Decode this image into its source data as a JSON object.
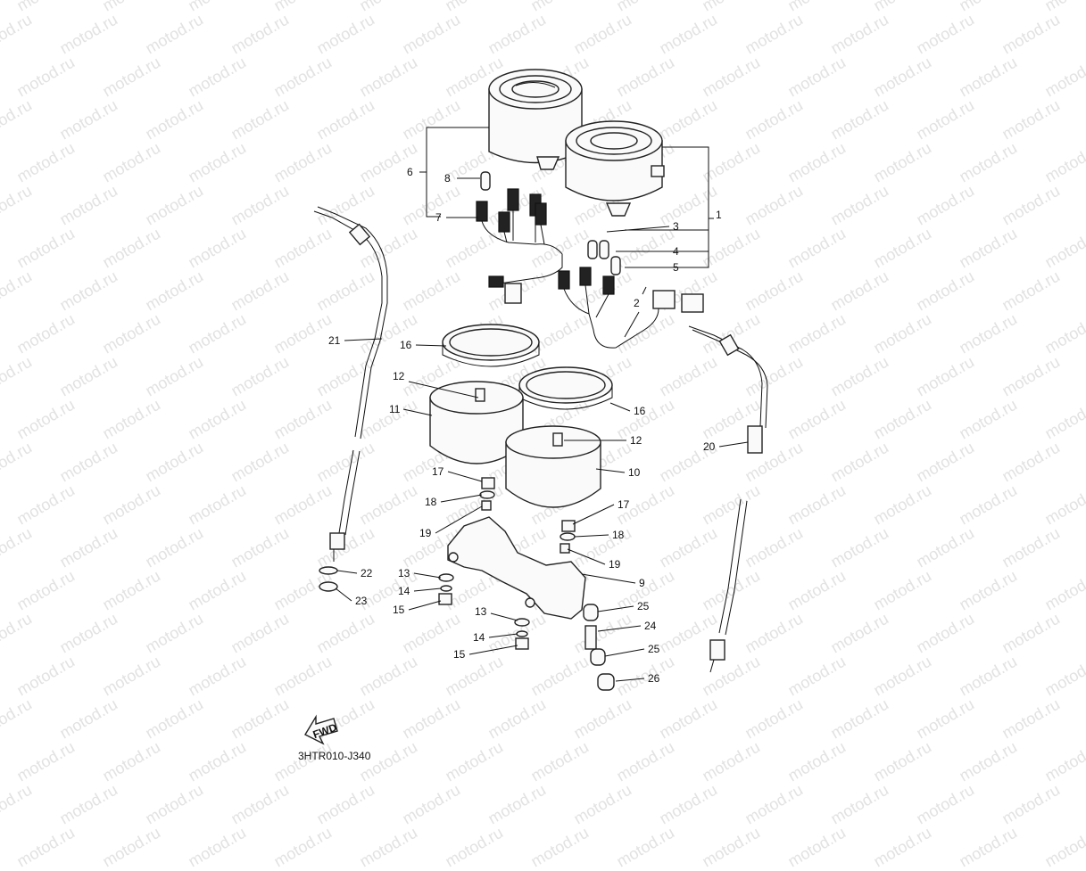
{
  "watermark": {
    "text": "motod.ru"
  },
  "diagram_code": "3HTR010-J340",
  "fwd_label": "FWD",
  "callouts": [
    "1",
    "2",
    "3",
    "4",
    "5",
    "6",
    "7",
    "8",
    "9",
    "10",
    "11",
    "12",
    "12",
    "13",
    "13",
    "14",
    "14",
    "15",
    "15",
    "16",
    "16",
    "17",
    "17",
    "18",
    "18",
    "19",
    "19",
    "20",
    "21",
    "22",
    "23",
    "24",
    "25",
    "25",
    "26"
  ]
}
